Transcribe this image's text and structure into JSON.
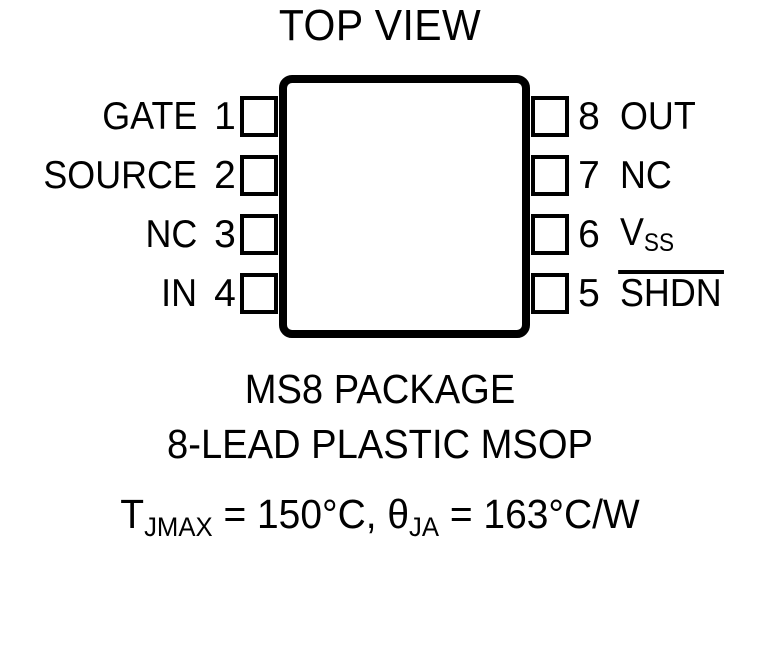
{
  "diagram": {
    "title": "TOP VIEW",
    "package_outline": {
      "shape": "rounded-rectangle",
      "border_color": "#000000",
      "fill_color": "#FFFFFF"
    },
    "pins_left": [
      {
        "number": "1",
        "name": "GATE",
        "overline": false
      },
      {
        "number": "2",
        "name": "SOURCE",
        "overline": false
      },
      {
        "number": "3",
        "name": "NC",
        "overline": false
      },
      {
        "number": "4",
        "name": "IN",
        "overline": false
      }
    ],
    "pins_right": [
      {
        "number": "8",
        "name": "OUT",
        "overline": false,
        "subscript": ""
      },
      {
        "number": "7",
        "name": "NC",
        "overline": false,
        "subscript": ""
      },
      {
        "number": "6",
        "name": "V",
        "overline": false,
        "subscript": "SS"
      },
      {
        "number": "5",
        "name": "SHDN",
        "overline": true,
        "subscript": ""
      }
    ],
    "caption": {
      "line1": "MS8 PACKAGE",
      "line2": "8-LEAD PLASTIC MSOP",
      "line3_tj_symbol": "T",
      "line3_tj_sub": "JMAX",
      "line3_tj_value": " = 150°C, ",
      "line3_theta_symbol": "θ",
      "line3_theta_sub": "JA",
      "line3_theta_value": " = 163°C/W"
    }
  }
}
